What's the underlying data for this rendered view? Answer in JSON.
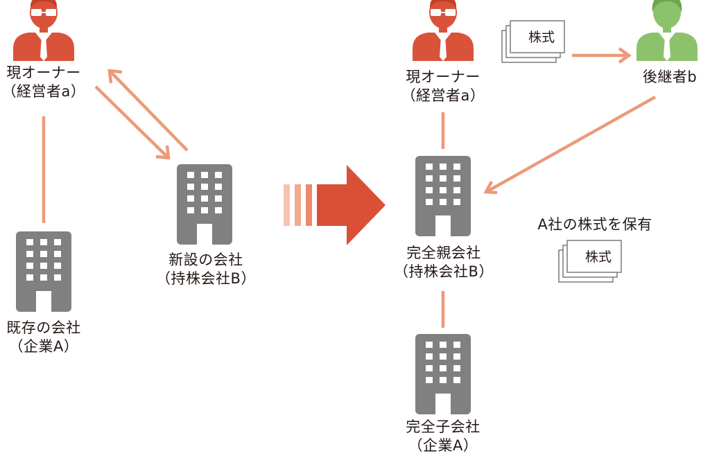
{
  "left_side": {
    "owner": {
      "line1": "現オーナー",
      "line2": "（経営者a）"
    },
    "new_company": {
      "line1": "新設の会社",
      "line2": "（持株会社B）"
    },
    "existing_company": {
      "line1": "既存の会社",
      "line2": "（企業A）"
    }
  },
  "right_side": {
    "owner": {
      "line1": "現オーナー",
      "line2": "（経営者a）"
    },
    "successor": {
      "line1": "後継者b"
    },
    "shares_card_top": "株式",
    "parent_company": {
      "line1": "完全親会社",
      "line2": "（持株会社B）"
    },
    "holding_note": "A社の株式を保有",
    "shares_card_right": "株式",
    "subsidiary": {
      "line1": "完全子会社",
      "line2": "（企業A）"
    }
  },
  "colors": {
    "accent_orange": "#ec9a7a",
    "owner_red": "#d9533a",
    "successor_green": "#8dc26c",
    "building_gray": "#808080",
    "big_arrow": "#d95037"
  },
  "icons": {
    "owner": "businessman-icon",
    "successor": "businessman-icon",
    "company": "office-building-icon",
    "shares": "stock-certificate-icon"
  }
}
